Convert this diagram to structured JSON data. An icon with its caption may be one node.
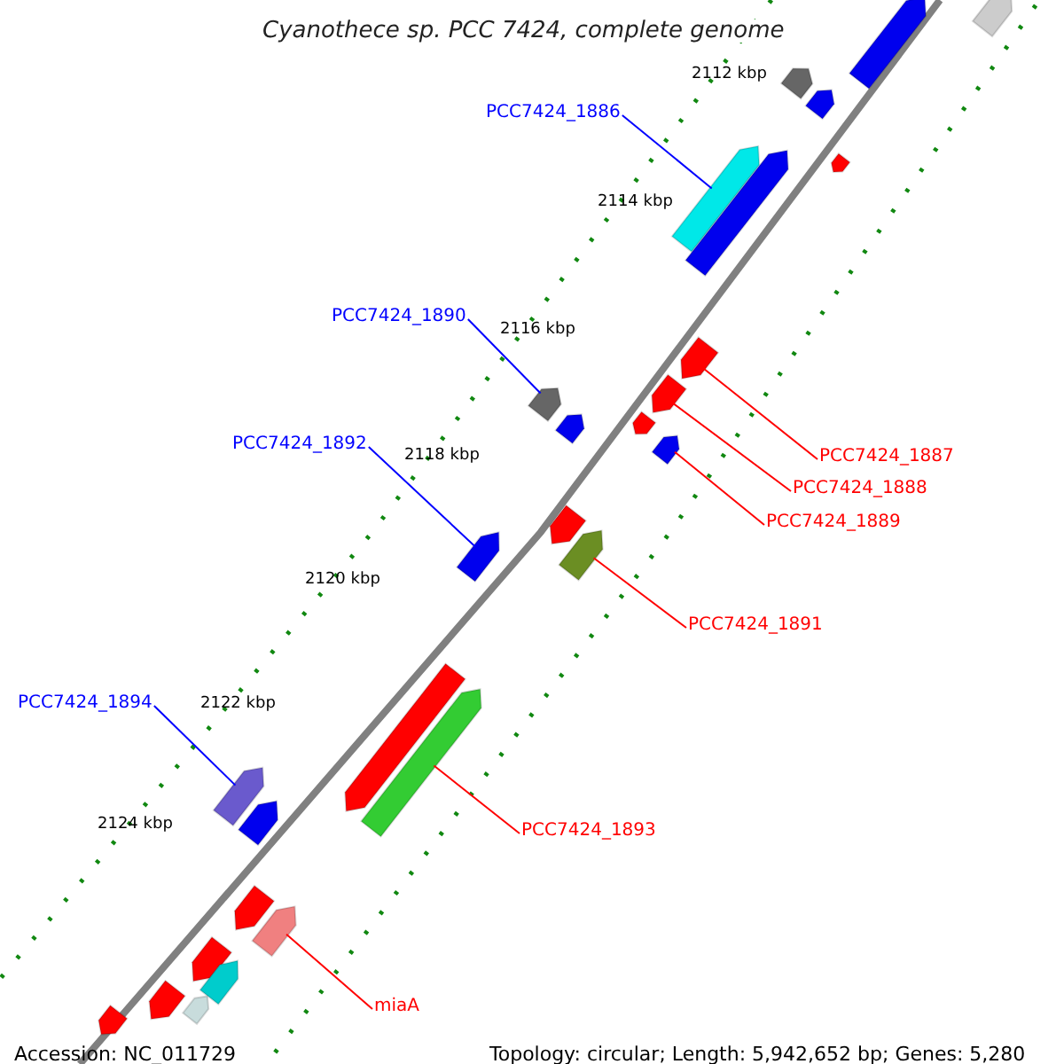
{
  "diagram": {
    "title": "Cyanothece sp. PCC 7424, complete genome",
    "nodes": [
      {
        "text": [
          "PCC7424_1886"
        ]
      },
      {
        "text": [],
        "shape": "bar"
      },
      {
        "text": [
          "PCC7424_1890"
        ]
      },
      {
        "text": [],
        "shape": "bar"
      },
      {
        "text": [
          "PCC7424_1887"
        ]
      },
      {
        "text": [],
        "shape": "bar"
      },
      {
        "text": [
          "PCC7424_1888"
        ]
      },
      {
        "text": [],
        "shape": "bar"
      },
      {
        "text": [
          "PCC7424_1892"
        ]
      },
      {
        "text": [],
        "shape": "bar"
      },
      {
        "text": [
          "PCC7424_1889"
        ]
      },
      {
        "text": [],
        "shape": "bar"
      },
      {
        "text": [
          "PCC7424_1891"
        ]
      },
      {
        "text": [],
        "shape": "bar"
      },
      {
        "text": [
          "PCC7424_1894"
        ]
      },
      {
        "text": [],
        "shape": "bar"
      },
      {
        "text": [
          "PCC7424_1893"
        ]
      },
      {
        "text": [],
        "shape": "bar"
      },
      {
        "text": [
          "miaA"
        ]
      },
      {
        "text": [],
        "shape": "bar"
      },
      {
        "text": [],
        "shape": "bar"
      },
      {
        "text": [],
        "shape": "bar"
      },
      {
        "text": [],
        "shape": "bar"
      },
      {
        "text": [],
        "shape": "bar"
      },
      {
        "text": [],
        "shape": "bar"
      },
      {
        "text": [],
        "shape": "bar"
      },
      {
        "text": [],
        "shape": "bar"
      },
      {
        "text": [],
        "shape": "bar"
      },
      {
        "text": [],
        "shape": "bar"
      },
      {
        "text": [],
        "shape": "bar"
      },
      {
        "text": [],
        "shape": "bar"
      },
      {
        "text": [],
        "shape": "bar"
      },
      {
        "text": [],
        "shape": "bar"
      },
      {
        "text": [],
        "shape": "bar"
      },
      {
        "text": [],
        "shape": "bar"
      },
      {
        "text": [],
        "shape": "bar"
      },
      {
        "text": [],
        "shape": "bar"
      }
    ],
    "edges": [
      {
        "from": 0,
        "to": 1,
        "arrow": "none",
        "color": "#0000ff"
      },
      {
        "from": 2,
        "to": 3,
        "arrow": "none",
        "color": "#0000ff"
      },
      {
        "from": 4,
        "to": 5,
        "arrow": "none"
      },
      {
        "from": 6,
        "to": 7,
        "arrow": "none"
      },
      {
        "from": 8,
        "to": 9,
        "arrow": "none",
        "color": "#0000ff"
      },
      {
        "from": 10,
        "to": 11,
        "arrow": "none"
      },
      {
        "from": 12,
        "to": 13,
        "arrow": "none"
      },
      {
        "from": 14,
        "to": 15,
        "arrow": "none",
        "color": "#0000ff"
      },
      {
        "from": 16,
        "to": 17,
        "arrow": "none"
      },
      {
        "from": 18,
        "to": 19,
        "arrow": "none"
      }
    ],
    "labels": [
      "2112 kbp",
      "2114 kbp",
      "2116 kbp",
      "2118 kbp",
      "2120 kbp",
      "2122 kbp",
      "2124 kbp",
      "Accession: NC_011729",
      "Topology: circular; Length: 5,942,652 bp; Genes: 5,280"
    ]
  }
}
